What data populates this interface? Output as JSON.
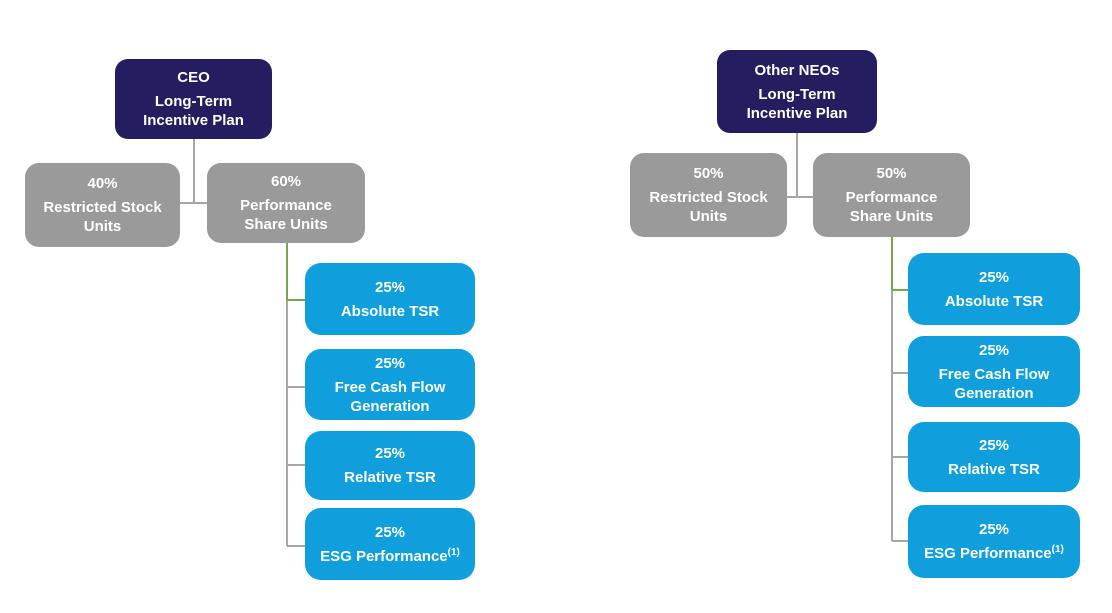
{
  "colors": {
    "root_box": "#241d5f",
    "split_box": "#9a9a9a",
    "metric_box": "#0f9fdd",
    "connector": "#a6a6a6",
    "connector_highlight": "#74a74f",
    "text": "#ffffff"
  },
  "trees": [
    {
      "root": {
        "title": "CEO",
        "subtitle": "Long-Term Incentive Plan"
      },
      "splits": [
        {
          "pct": "40%",
          "label": "Restricted Stock Units"
        },
        {
          "pct": "60%",
          "label": "Performance Share Units"
        }
      ],
      "metrics": [
        {
          "pct": "25%",
          "label": "Absolute TSR"
        },
        {
          "pct": "25%",
          "label": "Free Cash Flow Generation"
        },
        {
          "pct": "25%",
          "label": "Relative TSR"
        },
        {
          "pct": "25%",
          "label": "ESG Performance",
          "footnote": "(1)"
        }
      ]
    },
    {
      "root": {
        "title": "Other NEOs",
        "subtitle": "Long-Term Incentive Plan"
      },
      "splits": [
        {
          "pct": "50%",
          "label": "Restricted Stock Units"
        },
        {
          "pct": "50%",
          "label": "Performance Share Units"
        }
      ],
      "metrics": [
        {
          "pct": "25%",
          "label": "Absolute TSR"
        },
        {
          "pct": "25%",
          "label": "Free Cash Flow Generation"
        },
        {
          "pct": "25%",
          "label": "Relative TSR"
        },
        {
          "pct": "25%",
          "label": "ESG Performance",
          "footnote": "(1)"
        }
      ]
    }
  ]
}
